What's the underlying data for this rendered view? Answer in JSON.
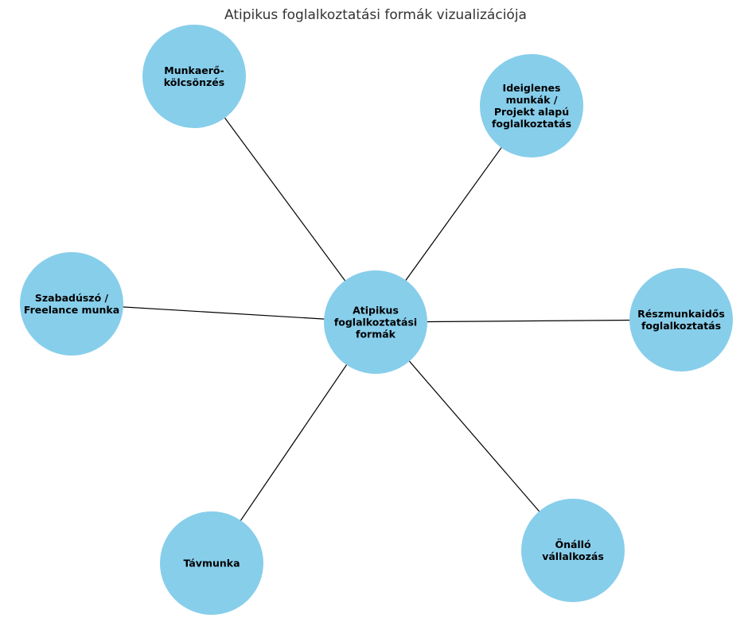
{
  "title": "Atipikus foglalkoztatási formák vizualizációja",
  "colors": {
    "node_fill": "#87ceeb",
    "edge": "#000000",
    "title": "#333333",
    "label": "#000000"
  },
  "center": {
    "id": "center",
    "lines": [
      "Atipikus",
      "foglalkoztatási",
      "formák"
    ]
  },
  "nodes": [
    {
      "id": "munkaero",
      "lines": [
        "Munkaerő-",
        "kölcsönzés"
      ]
    },
    {
      "id": "ideiglenes",
      "lines": [
        "Ideiglenes",
        "munkák /",
        "Projekt alapú",
        "foglalkoztatás"
      ]
    },
    {
      "id": "reszmunkaidos",
      "lines": [
        "Részmunkaidős",
        "foglalkoztatás"
      ]
    },
    {
      "id": "onallo",
      "lines": [
        "Önálló",
        "vállalkozás"
      ]
    },
    {
      "id": "tavmunka",
      "lines": [
        "Távmunka"
      ]
    },
    {
      "id": "szabaduszo",
      "lines": [
        "Szabadúszó /",
        "Freelance munka"
      ]
    }
  ],
  "edges": [
    [
      "center",
      "munkaero"
    ],
    [
      "center",
      "ideiglenes"
    ],
    [
      "center",
      "reszmunkaidos"
    ],
    [
      "center",
      "onallo"
    ],
    [
      "center",
      "tavmunka"
    ],
    [
      "center",
      "szabaduszo"
    ]
  ]
}
